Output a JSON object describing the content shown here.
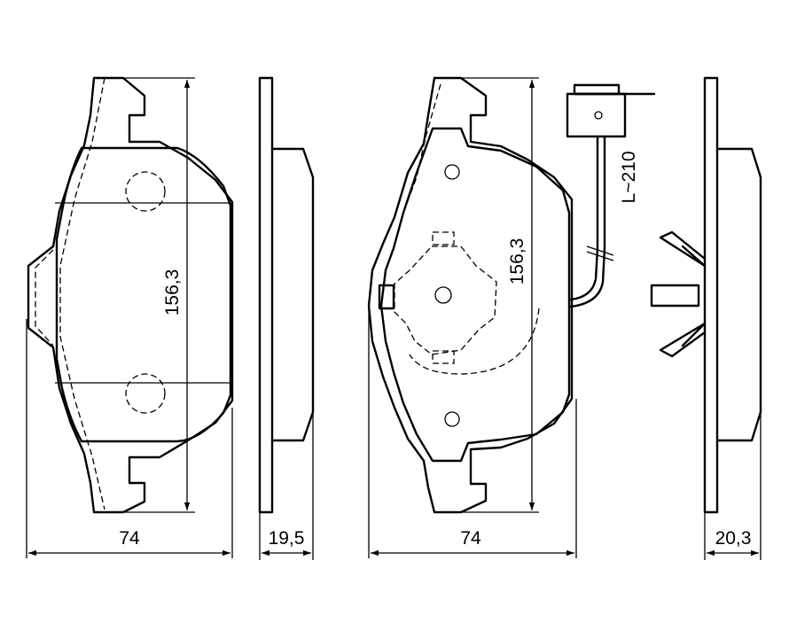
{
  "dimensions": {
    "left_pad_width": "74",
    "left_pad_height": "156,3",
    "left_pad_thickness": "19,5",
    "right_pad_width": "74",
    "right_pad_height": "156,3",
    "right_pad_thickness": "20,3",
    "wear_sensor_length": "L~210"
  },
  "colors": {
    "line": "#000000",
    "background": "#ffffff"
  }
}
